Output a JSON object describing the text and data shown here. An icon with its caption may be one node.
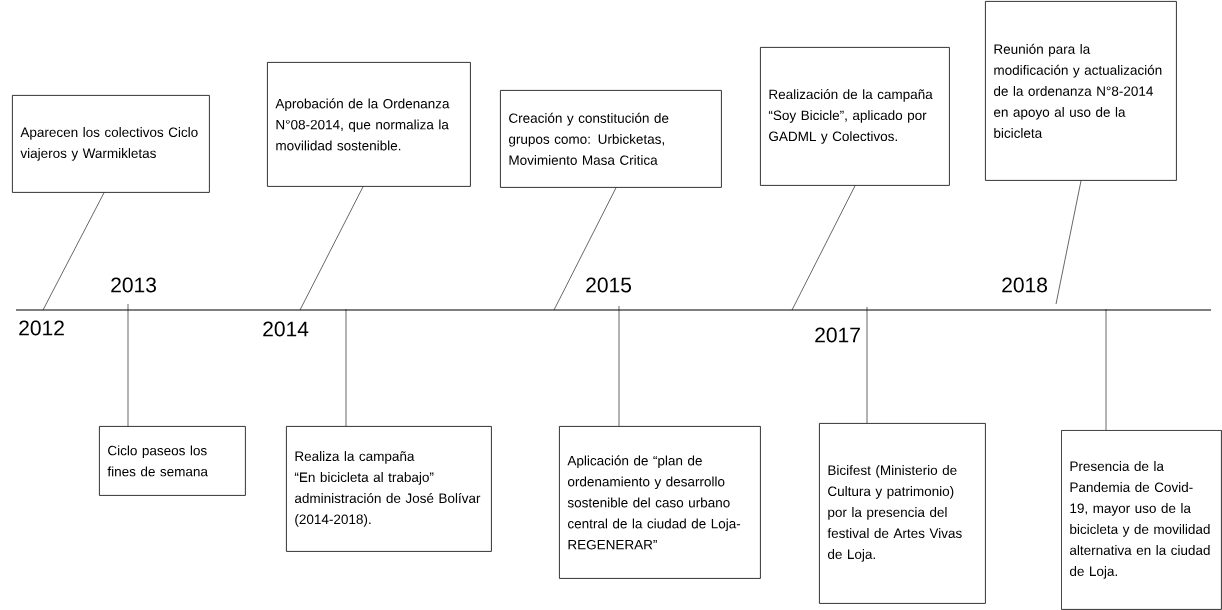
{
  "diagram": {
    "nodes": [
      {
        "text": [
          "Aparecen los colectivos Ciclo viajeros y Warmikletas"
        ]
      },
      {
        "text": [
          "Aprobación de la Ordenanza N°08-2014, que normaliza la movilidad sostenible."
        ]
      },
      {
        "text": [
          "Creación y constitución de grupos como: Urbicketas, Movimiento Masa Critica"
        ]
      },
      {
        "text": [
          "Realización de la campaña “Soy Bicicle”, aplicado por GADML y Colectivos."
        ]
      },
      {
        "text": [
          "Reunión para la modificación y actualización de la ordenanza N°8-2014 en apoyo al uso de la bicicleta"
        ]
      },
      {
        "text": [
          "Ciclo paseos los fines de semana"
        ]
      },
      {
        "text": [
          "Realiza la campaña “En bicicleta al trabajo” administración de José Bolívar (2014-2018)."
        ]
      },
      {
        "text": [
          "Aplicación de “plan de ordenamiento y desarrollo sostenible del caso urbano central de la ciudad de Loja-REGENERAR”"
        ]
      },
      {
        "text": [
          "Bicifest (Ministerio de Cultura y patrimonio) por la presencia del festival de Artes Vivas de Loja."
        ]
      },
      {
        "text": [
          "Presencia de la Pandemia de Covid-19, mayor uso de la bicicleta y de movilidad alternativa en la ciudad de Loja."
        ]
      }
    ],
    "edges": [
      {
        "from": 0,
        "to": null,
        "arrow": "none"
      },
      {
        "from": 1,
        "to": null,
        "arrow": "none"
      },
      {
        "from": 2,
        "to": null,
        "arrow": "none"
      },
      {
        "from": 3,
        "to": null,
        "arrow": "none"
      },
      {
        "from": 4,
        "to": null,
        "arrow": "none"
      },
      {
        "from": 5,
        "to": null,
        "arrow": "none"
      },
      {
        "from": 6,
        "to": null,
        "arrow": "none"
      },
      {
        "from": 7,
        "to": null,
        "arrow": "none"
      },
      {
        "from": 8,
        "to": null,
        "arrow": "none"
      },
      {
        "from": 9,
        "to": null,
        "arrow": "none"
      }
    ],
    "labels": [
      "2013",
      "2015",
      "2018",
      "2012",
      "2014",
      "2017"
    ]
  }
}
